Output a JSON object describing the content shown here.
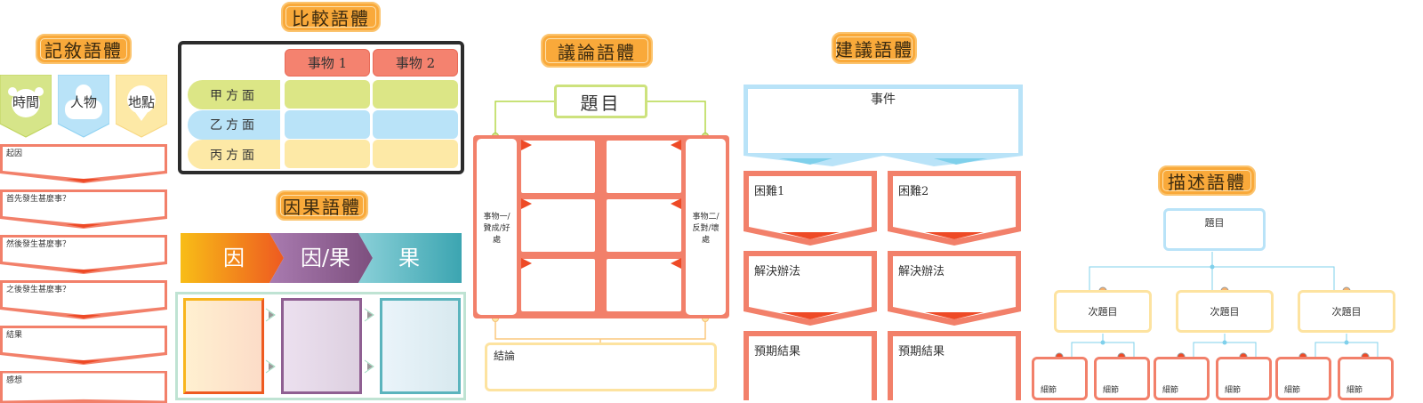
{
  "narrative": {
    "title": "記敘語體",
    "icons": [
      {
        "label": "時間",
        "icon": "alarm-clock-icon",
        "color": "#d6e589"
      },
      {
        "label": "人物",
        "icon": "person-icon",
        "color": "#b9e3f8"
      },
      {
        "label": "地點",
        "icon": "location-pin-icon",
        "color": "#fde9a6"
      }
    ],
    "steps": [
      "起因",
      "首先發生甚麼事？",
      "然後發生甚麼事？",
      "之後發生甚麼事？",
      "結果",
      "感想"
    ]
  },
  "compare": {
    "title": "比較語體",
    "headers": [
      "事物 1",
      "事物 2"
    ],
    "rows": [
      {
        "label": "甲方面",
        "color": "#dce686"
      },
      {
        "label": "乙方面",
        "color": "#b9e3f8"
      },
      {
        "label": "丙方面",
        "color": "#fde9a6"
      }
    ]
  },
  "cause": {
    "title": "因果語體",
    "segments": [
      "因",
      "因/果",
      "果"
    ]
  },
  "argument": {
    "title": "議論語體",
    "topic": "題目",
    "left": "事物一/贊成/好處",
    "right": "事物二/反對/壞處",
    "conclusion": "結論"
  },
  "suggest": {
    "title": "建議語體",
    "event": "事件",
    "difficulties": [
      "困難1",
      "困難2"
    ],
    "solution": "解決辦法",
    "expected": "預期結果"
  },
  "describe": {
    "title": "描述語體",
    "topic": "題目",
    "subtopic": "次題目",
    "detail": "細節"
  },
  "colors": {
    "orange": "#f9a93a",
    "red": "#f2806a",
    "blue": "#b9e3f8",
    "green": "#c9df6f",
    "yellow": "#fde9a6"
  }
}
